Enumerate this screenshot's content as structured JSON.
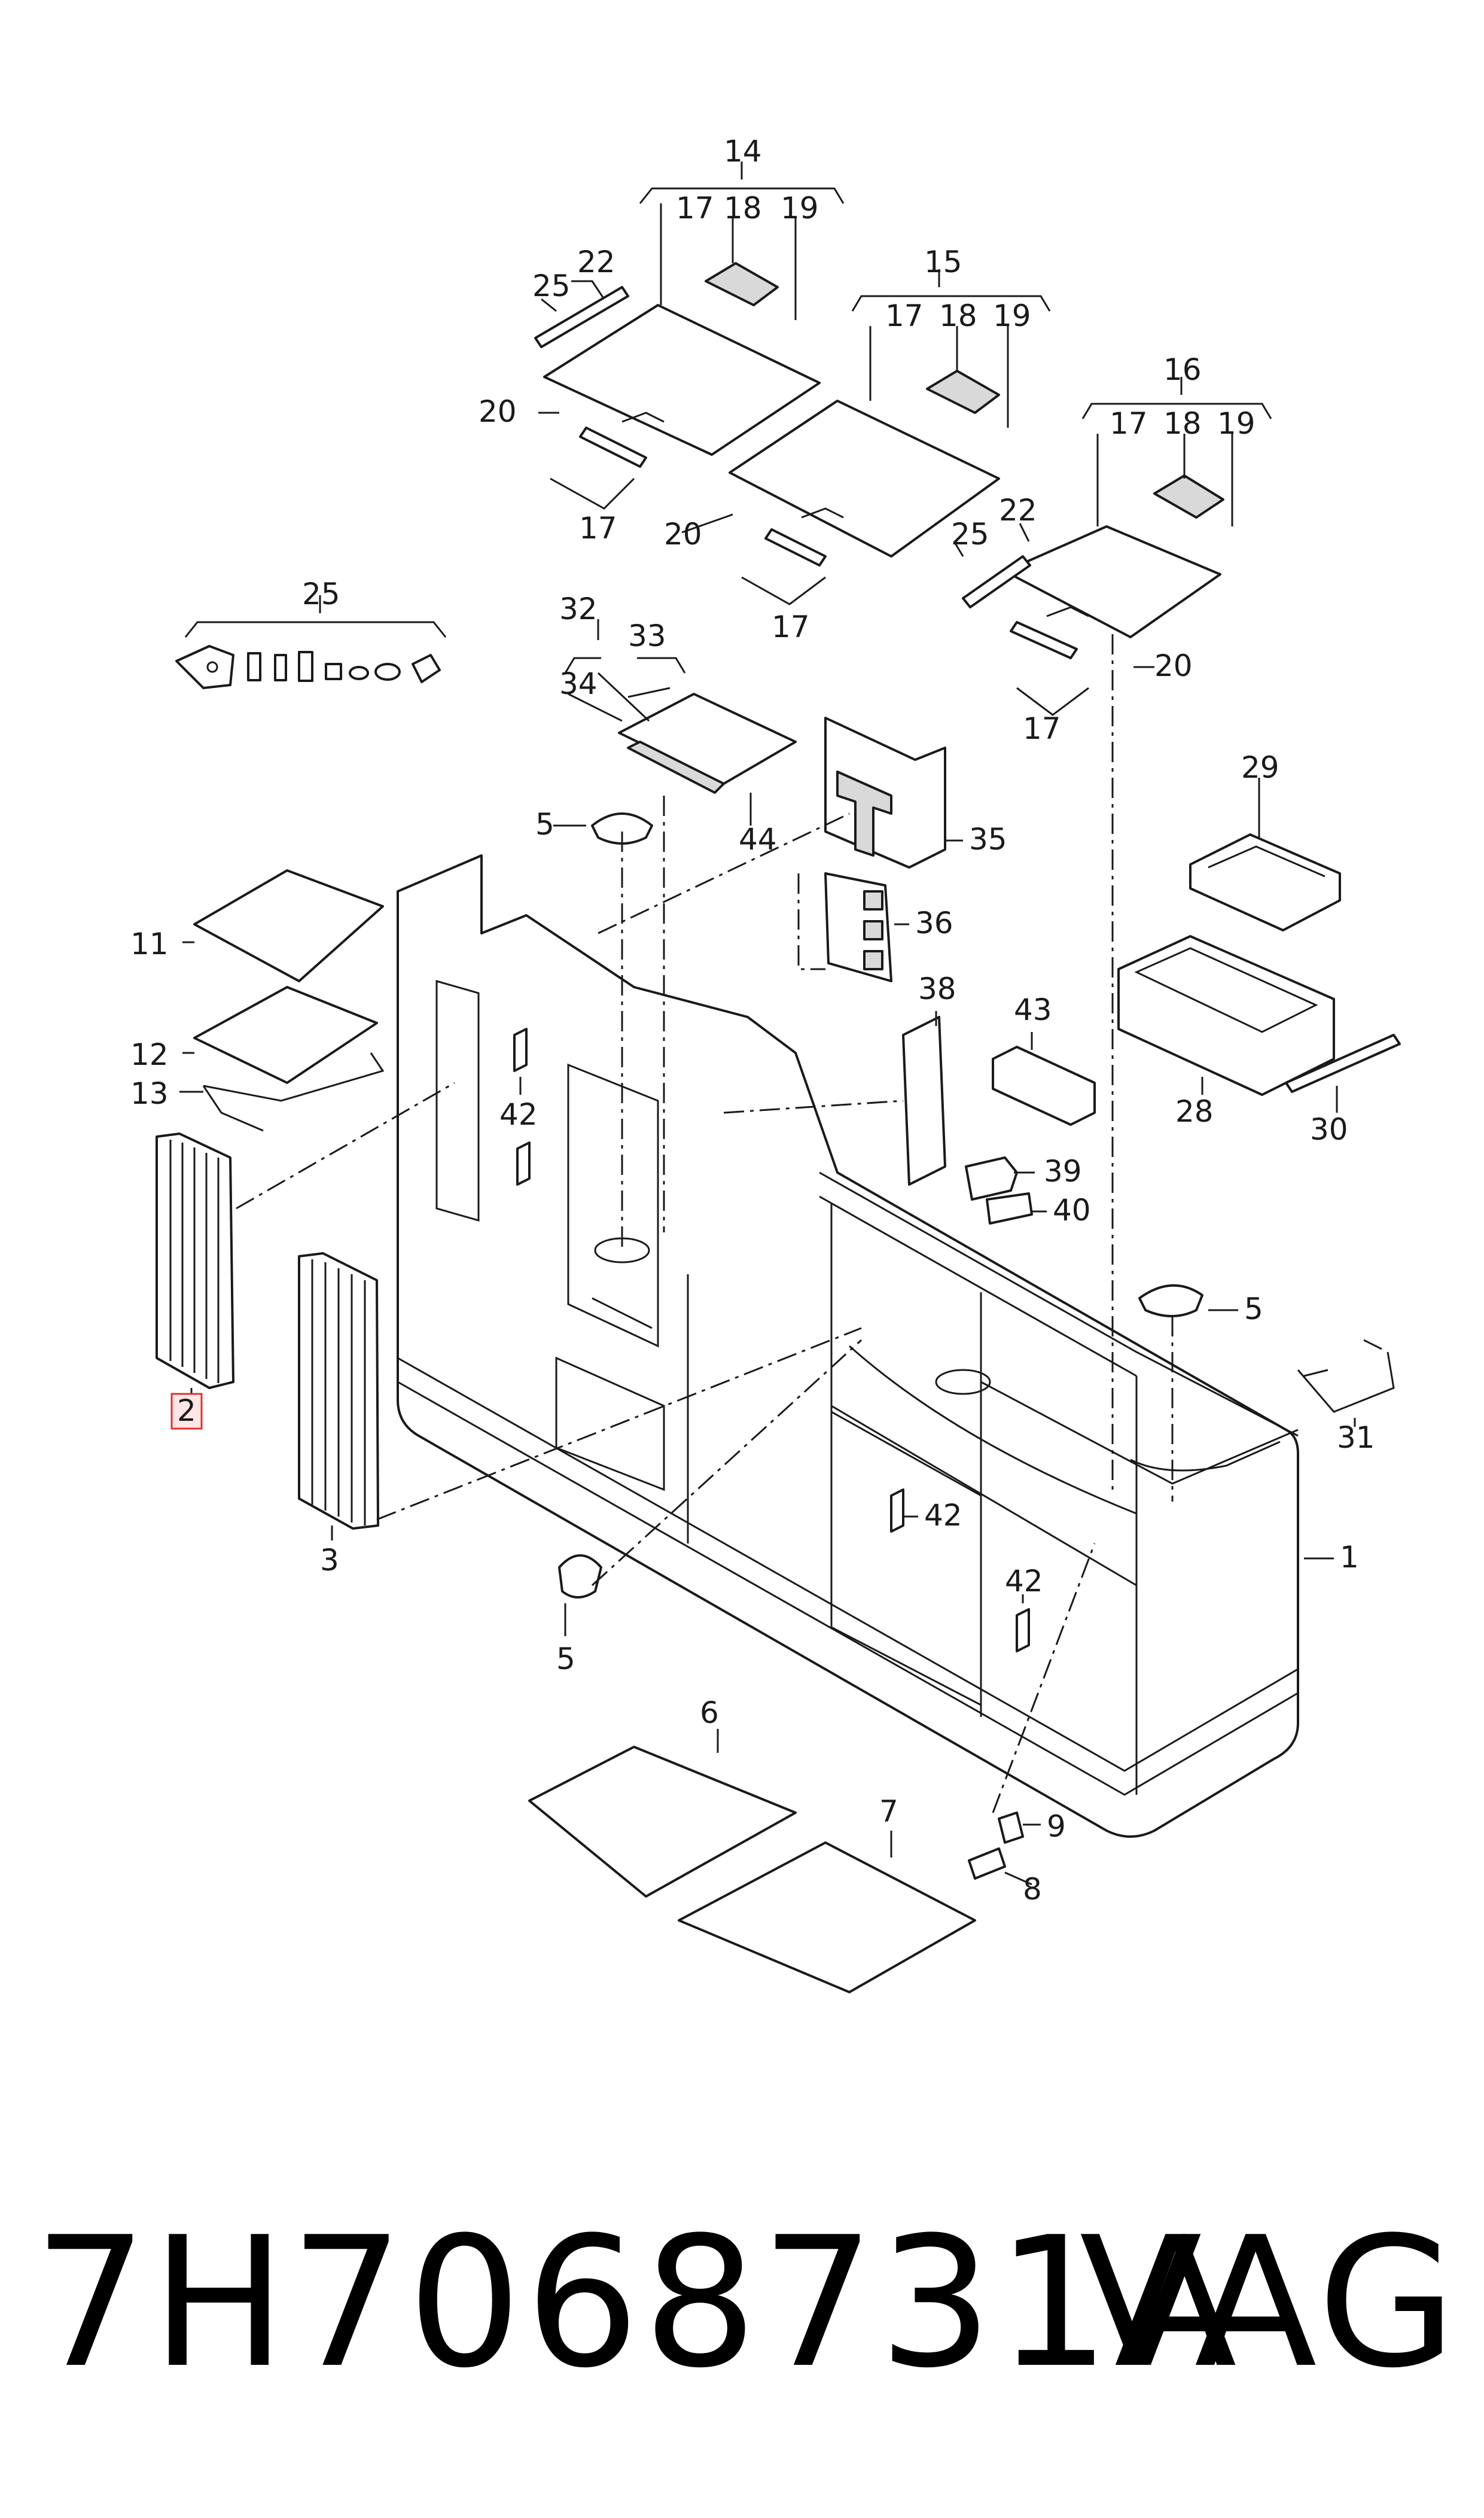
{
  "callouts": {
    "c1": "1",
    "c2": "2",
    "c3": "3",
    "c5a": "5",
    "c5b": "5",
    "c5c": "5",
    "c6": "6",
    "c7": "7",
    "c8": "8",
    "c9": "9",
    "c11": "11",
    "c12": "12",
    "c13": "13",
    "c14": "14",
    "c15": "15",
    "c16": "16",
    "c17a": "17",
    "c18a": "18",
    "c19a": "19",
    "c17b": "17",
    "c18b": "18",
    "c19b": "19",
    "c17c": "17",
    "c18c": "18",
    "c19c": "19",
    "c17d": "17",
    "c17e": "17",
    "c17f": "17",
    "c20a": "20",
    "c20b": "20",
    "c20c": "20",
    "c22a": "22",
    "c22b": "22",
    "c25a": "25",
    "c25b": "25",
    "c25c": "25",
    "c28": "28",
    "c29": "29",
    "c30": "30",
    "c31": "31",
    "c32": "32",
    "c33": "33",
    "c34": "34",
    "c35": "35",
    "c36": "36",
    "c38": "38",
    "c39": "39",
    "c40": "40",
    "c42a": "42",
    "c42b": "42",
    "c42c": "42",
    "c43": "43",
    "c44": "44"
  },
  "highlighted_part": "2",
  "footer": {
    "part_number": "7H7068731A",
    "brand": "VAG"
  },
  "colors": {
    "line": "#1a1a1a",
    "highlight_border": "#e03030",
    "highlight_fill": "#ffe6e6",
    "shade": "#d9d9d9"
  }
}
